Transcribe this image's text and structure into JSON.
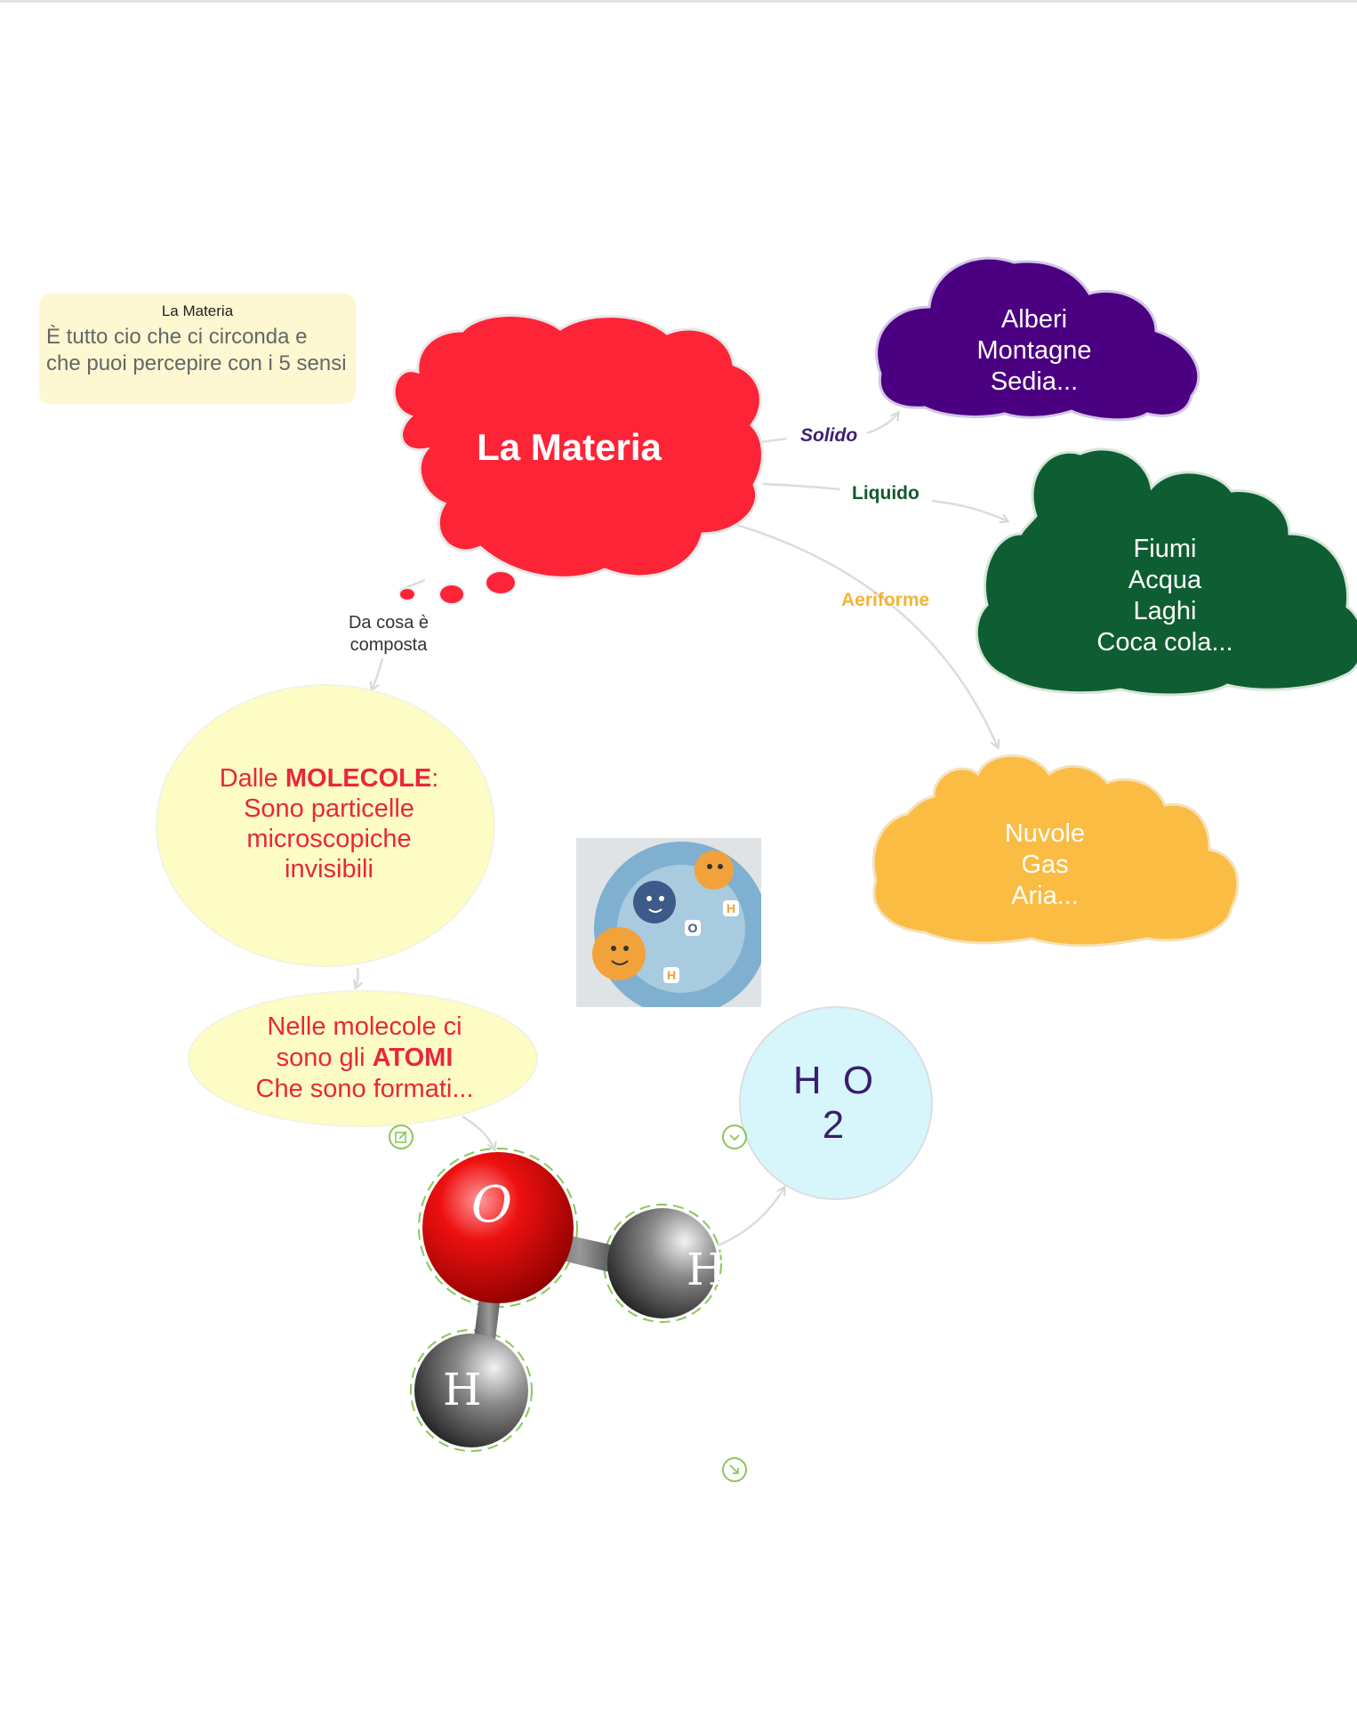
{
  "note": {
    "title": "La Materia",
    "body": "È tutto cio che ci circonda e che puoi percepire con i 5 sensi"
  },
  "center": {
    "label": "La Materia",
    "color": "#fd2437"
  },
  "states": {
    "solid": {
      "edge_label": "Solido",
      "lines": [
        "Alberi",
        "Montagne",
        "Sedia..."
      ],
      "color": "#4b0082"
    },
    "liquid": {
      "edge_label": "Liquido",
      "lines": [
        "Fiumi",
        "Acqua",
        "Laghi",
        "Coca cola..."
      ],
      "color": "#0f5e33"
    },
    "gas": {
      "edge_label": "Aeriforme",
      "lines": [
        "Nuvole",
        "Gas",
        "Aria..."
      ],
      "color": "#fbbc44"
    }
  },
  "composition": {
    "edge_label_lines": [
      "Da cosa è",
      "composta"
    ],
    "molecole": {
      "prefix": "Dalle ",
      "strong": "MOLECOLE",
      "suffix": ":",
      "lines": [
        "Sono particelle",
        "microscopiche",
        "invisibili"
      ],
      "color": "#fdfcc4"
    },
    "atomi": {
      "line1": "Nelle molecole ci",
      "line2_prefix": "sono gli ",
      "line2_strong": "ATOMI",
      "line3": "Che sono formati..."
    }
  },
  "formula": {
    "line1": "H O",
    "line2": "2",
    "color": "#d6f6fc"
  },
  "molecule_model": {
    "oxygen": "O",
    "hydrogen_left": "H",
    "hydrogen_right": "H"
  },
  "image": {
    "labels": [
      "H",
      "O",
      "H"
    ]
  }
}
